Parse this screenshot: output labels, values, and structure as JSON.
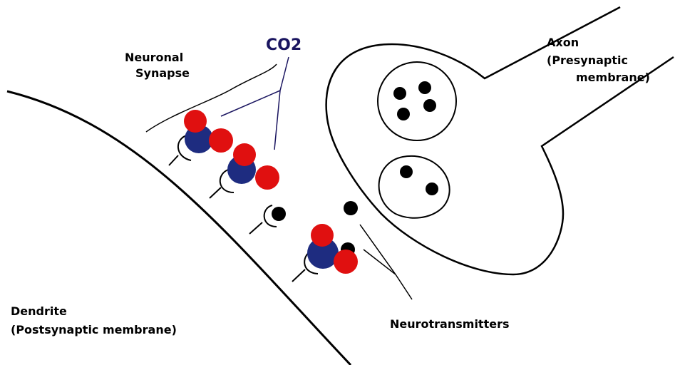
{
  "labels": {
    "co2": "CO2",
    "neuronal_synapse_line1": "Neuronal",
    "neuronal_synapse_line2": "Synapse",
    "axon_line1": "Axon",
    "axon_line2": "(Presynaptic",
    "axon_line3": "membrane)",
    "dendrite_line1": "Dendrite",
    "dendrite_line2": "(Postsynaptic membrane)",
    "neurotransmitters": "Neurotransmitters"
  },
  "colors": {
    "background": "#ffffff",
    "outline": "#000000",
    "co2_label": "#1a1560",
    "carbon_atom": "#1e2c80",
    "oxygen_atom": "#e01010",
    "neurotransmitter": "#000000"
  }
}
